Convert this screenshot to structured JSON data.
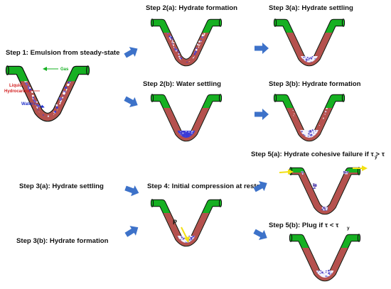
{
  "steps": {
    "step1": "Step 1: Emulsion from steady-state",
    "step2a": "Step 2(a): Hydrate formation",
    "step2b": "Step 2(b): Water settling",
    "step3a_top": "Step 3(a): Hydrate settling",
    "step3b_top": "Step 3(b): Hydrate formation",
    "step3a_left": "Step 3(a): Hydrate settling",
    "step3b_left": "Step 3(b): Hydrate formation",
    "step4": "Step 4: Initial compression at restart",
    "step5a": "Step 5(a): Hydrate cohesive failure if τ > τ",
    "step5b": "Step 5(b): Plug if τ < τ",
    "tau_sub": "y"
  },
  "annotations": {
    "gas": "Gas",
    "liquid_hc_line1": "Liquid",
    "liquid_hc_line2": "Hydrocarbon",
    "water": "Water",
    "pressure": "P"
  },
  "colors": {
    "pipe_green": "#16b022",
    "pipe_red": "#b5514e",
    "water_blue": "#3a3ad8",
    "hydrate_white": "#f4f2fb",
    "arrow_blue": "#3d72c9",
    "force_yellow": "#f2e012"
  }
}
